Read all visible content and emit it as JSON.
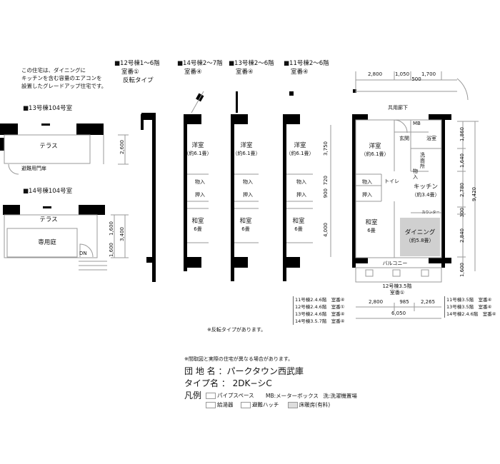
{
  "intro_text": [
    "この住宅は、ダイニングに",
    "キッチンを含む容量のエアコンを",
    "設置したグレードアップ住宅です。"
  ],
  "plan_13_104": {
    "title": "■13号棟104号室",
    "terrace": "テラス",
    "gate": "避難用門扉",
    "dim": "2,600"
  },
  "plan_14_104": {
    "title": "■14号棟104号室",
    "terrace": "テラス",
    "garden": "専用庭",
    "dn": "DN",
    "dims": [
      "1,600",
      "1,600",
      "3,400"
    ]
  },
  "variants": [
    {
      "title": "■12号棟1～6階",
      "room_no": "室番①",
      "note": "反転タイプ"
    },
    {
      "title": "■14号棟2～7階",
      "room_no": "室番④"
    },
    {
      "title": "■13号棟2～6階",
      "room_no": "室番④"
    },
    {
      "title": "■11号棟2～6階",
      "room_no": "室番④"
    }
  ],
  "strip_labels": {
    "western": "洋室",
    "western_size": "（約6.1畳）",
    "storage": "物入",
    "closet": "押入",
    "japanese": "和室",
    "japanese_size": "6畳"
  },
  "mid_dims": [
    "3,750",
    "720",
    "900",
    "4,000"
  ],
  "main_plan": {
    "top_dims": [
      "2,800",
      "1,050",
      "1,700",
      "500"
    ],
    "corridor": "共用廊下",
    "mb": "MB",
    "western": "洋室",
    "western_size": "（約6.1畳）",
    "entrance": "玄関",
    "bath": "浴室",
    "washroom": "洗面所",
    "storage1": "物入",
    "toilet": "トイレ",
    "storage2": "物入",
    "closet": "押入",
    "kitchen": "キッチン",
    "kitchen_size": "（約3.4畳）",
    "counter": "カウンター",
    "japanese": "和室",
    "japanese_size": "6畳",
    "dining": "ダイニング",
    "dining_size": "（約5.8畳）",
    "balcony": "バルコニー",
    "right_dims": [
      "1,860",
      "1,640",
      "2,780",
      "300",
      "2,840",
      "1,600"
    ],
    "total_dim": "9,420",
    "caption": [
      "12号棟3.5階",
      "室番①"
    ],
    "bottom_dims": [
      "2,800",
      "985",
      "2,265"
    ],
    "bottom_total": "6,050",
    "left_list": [
      "11号棟2.4.6階　室番④",
      "12号棟2.4.6階　室番①",
      "13号棟2.4.6階　室番④",
      "14号棟3.5.7階　室番④"
    ],
    "right_list": [
      "11号棟3.5階　室番④",
      "13号棟3.5階　室番④",
      "14号棟2.4.6階　室番④"
    ]
  },
  "reverse_note": "※反転タイプがあります。",
  "footer": {
    "disclaimer": "※間取図と実際の住宅が異なる場合があります。",
    "complex_label": "団 地 名 ：パークタウン西武庫",
    "type_label": "タイプ名 ： 2DK−シC",
    "legend_title": "凡例",
    "legend": [
      "パイプスペース",
      "MB:メーターボックス",
      "洗:洗濯機置場",
      "給湯器",
      "避難ハッチ",
      "床暖房(有料)"
    ]
  },
  "colors": {
    "wall": "#000000",
    "line": "#999999",
    "dining_floor": "#d0d0d0"
  }
}
